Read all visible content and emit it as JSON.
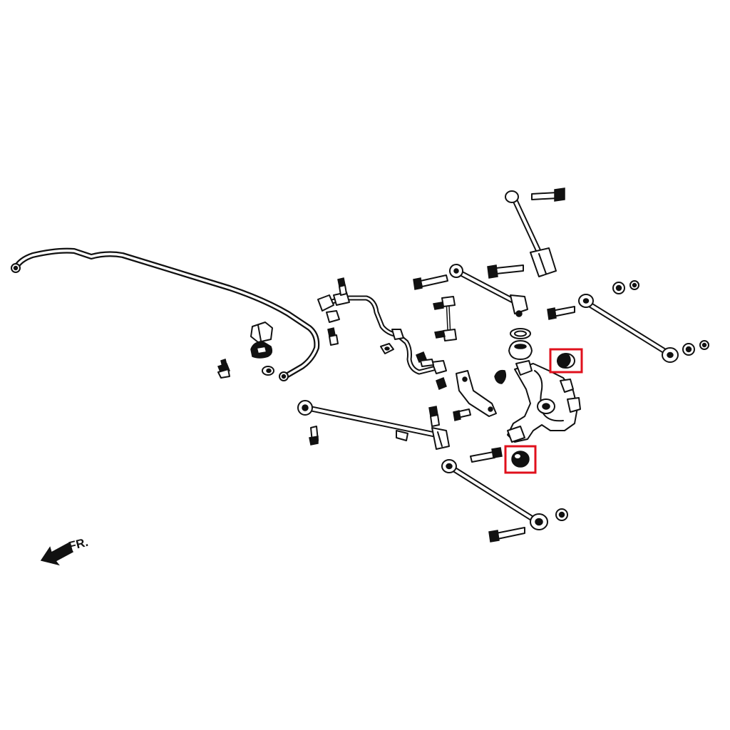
{
  "direction_indicator": {
    "label": "FR.",
    "icon": "arrow-left-down-icon"
  },
  "highlight": {
    "color": "#e0101c",
    "count": 2,
    "part": "bushing"
  },
  "colors": {
    "line": "#111111",
    "background": "#ffffff"
  }
}
